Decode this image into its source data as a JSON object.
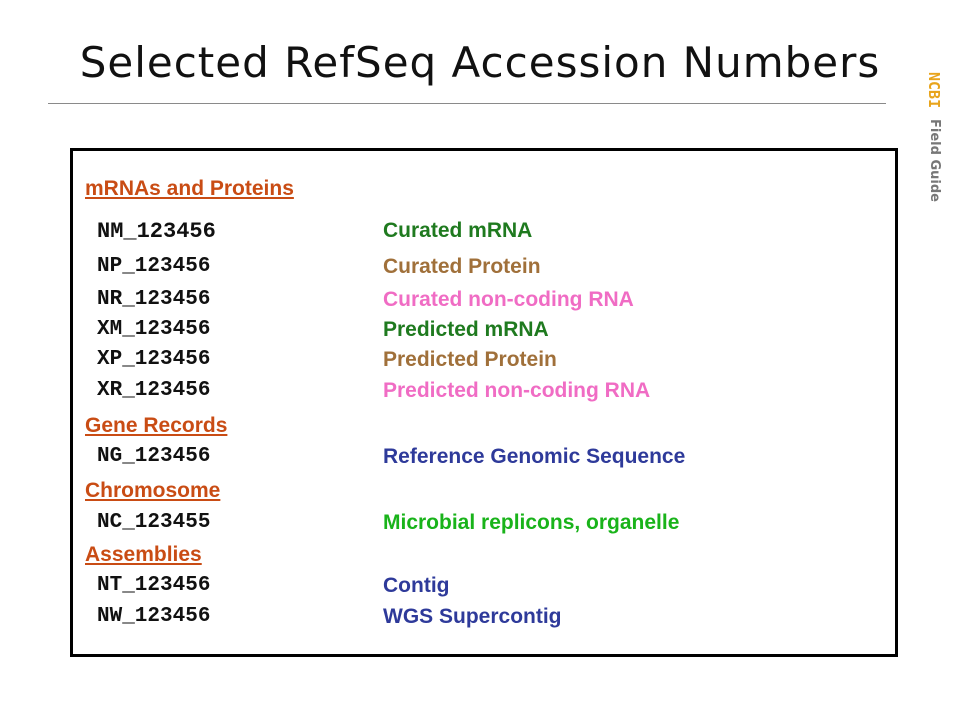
{
  "slide": {
    "title": "Selected RefSeq Accession Numbers",
    "brand_ncbi": "NCBI",
    "brand_guide": "Field Guide"
  },
  "sections": [
    {
      "label": "mRNAs and Proteins"
    },
    {
      "label": "Gene Records"
    },
    {
      "label": "Chromosome"
    },
    {
      "label": "Assemblies"
    }
  ],
  "entries": [
    {
      "code": "NM_123456",
      "desc": "Curated mRNA",
      "color": "#1f7a1f"
    },
    {
      "code": "NP_123456",
      "desc": "Curated Protein",
      "color": "#a0703a"
    },
    {
      "code": "NR_123456",
      "desc": "Curated non-coding RNA",
      "color": "#f06cc4"
    },
    {
      "code": "XM_123456",
      "desc": "Predicted mRNA",
      "color": "#1f7a1f"
    },
    {
      "code": "XP_123456",
      "desc": "Predicted Protein",
      "color": "#a0703a"
    },
    {
      "code": "XR_123456",
      "desc": "Predicted non-coding RNA",
      "color": "#f06cc4"
    },
    {
      "code": "NG_123456",
      "desc": "Reference Genomic Sequence",
      "color": "#2e3a9a"
    },
    {
      "code": "NC_123455",
      "desc": "Microbial replicons, organelle",
      "color": "#19b31a"
    },
    {
      "code": "NT_123456",
      "desc": "Contig",
      "color": "#2e3a9a"
    },
    {
      "code": "NW_123456",
      "desc": "WGS Supercontig",
      "color": "#2e3a9a"
    }
  ]
}
